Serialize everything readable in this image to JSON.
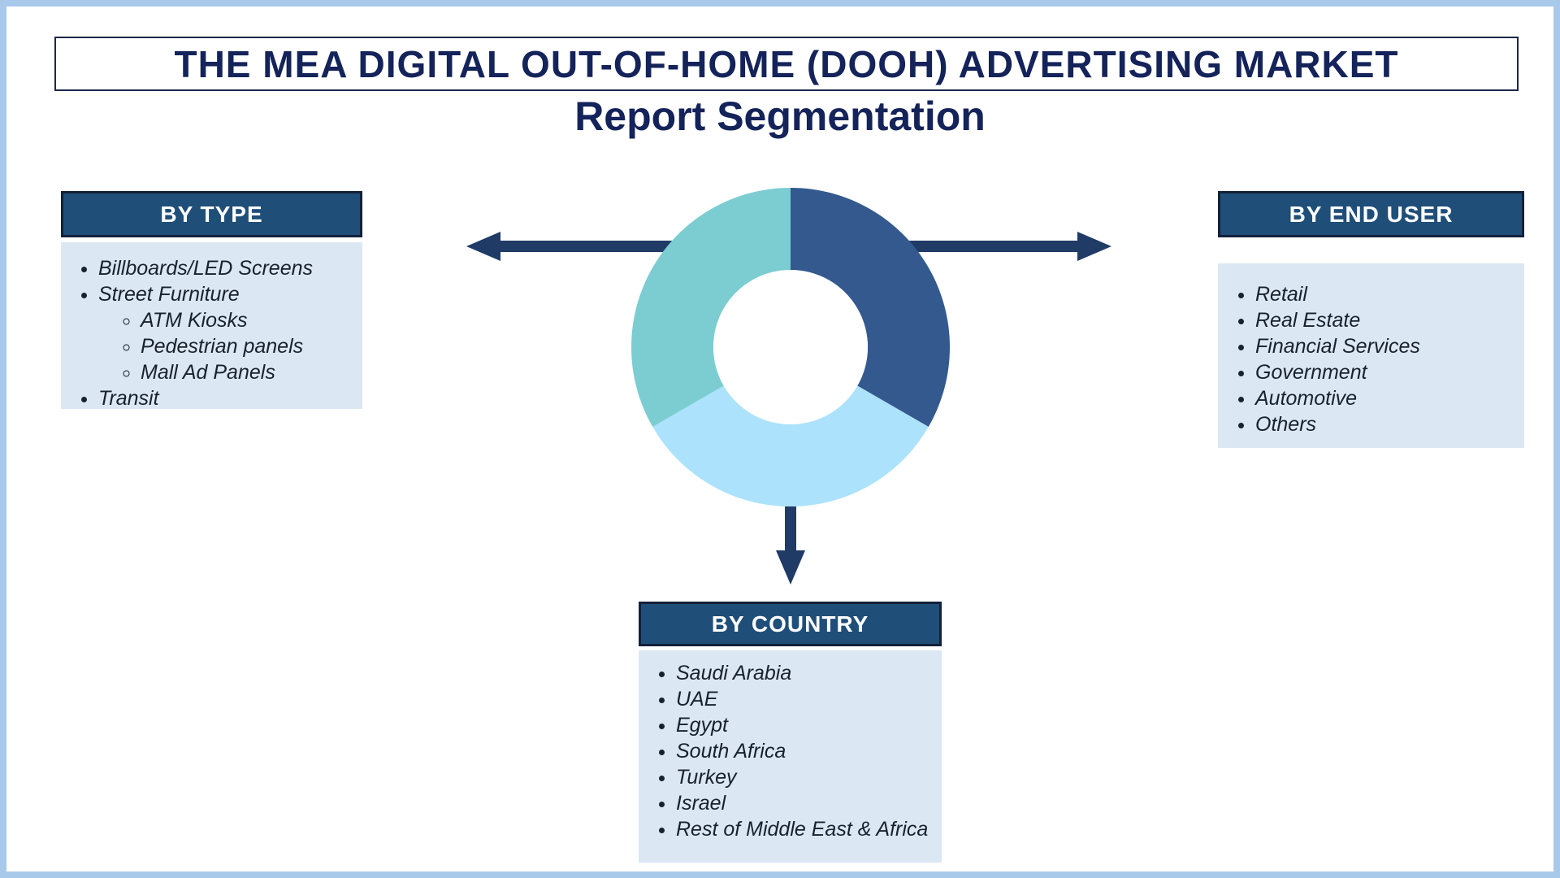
{
  "page": {
    "title": "THE MEA DIGITAL OUT-OF-HOME (DOOH) ADVERTISING MARKET",
    "subtitle": "Report Segmentation"
  },
  "colors": {
    "page_border": "#A9C9EA",
    "title_box_border": "#1C2749",
    "title_text": "#14235A",
    "header_bg": "#1F4E79",
    "header_border": "#13213A",
    "header_text": "#FFFFFF",
    "panel_bg": "#DCE7F4",
    "panel_text": "#18222F",
    "arrow": "#1F3B66",
    "donut_dark_blue": "#33598F",
    "donut_light_blue": "#ACE2FC",
    "donut_teal": "#7BCDD1",
    "donut_hole": "#FFFFFF"
  },
  "segments": {
    "by_type": {
      "title": "BY TYPE",
      "items": [
        {
          "label": "Billboards/LED Screens",
          "sub": []
        },
        {
          "label": "Street Furniture",
          "sub": [
            "ATM Kiosks",
            "Pedestrian panels",
            "Mall Ad Panels"
          ]
        },
        {
          "label": "Transit",
          "sub": []
        }
      ]
    },
    "by_end_user": {
      "title": "BY END USER",
      "items": [
        "Retail",
        "Real Estate",
        "Financial Services",
        "Government",
        "Automotive",
        "Others"
      ]
    },
    "by_country": {
      "title": "BY COUNTRY",
      "items": [
        "Saudi Arabia",
        "UAE",
        "Egypt",
        "South Africa",
        "Turkey",
        "Israel",
        "Rest of Middle East & Africa"
      ]
    }
  },
  "chart_data": {
    "type": "pie",
    "donut": true,
    "labels": [
      "segment-1",
      "segment-2",
      "segment-3"
    ],
    "values": [
      33.3,
      33.3,
      33.3
    ],
    "colors": [
      "#33598F",
      "#ACE2FC",
      "#7BCDD1"
    ],
    "title": "",
    "note": "decorative three-equal-segment donut, no data labels shown"
  }
}
